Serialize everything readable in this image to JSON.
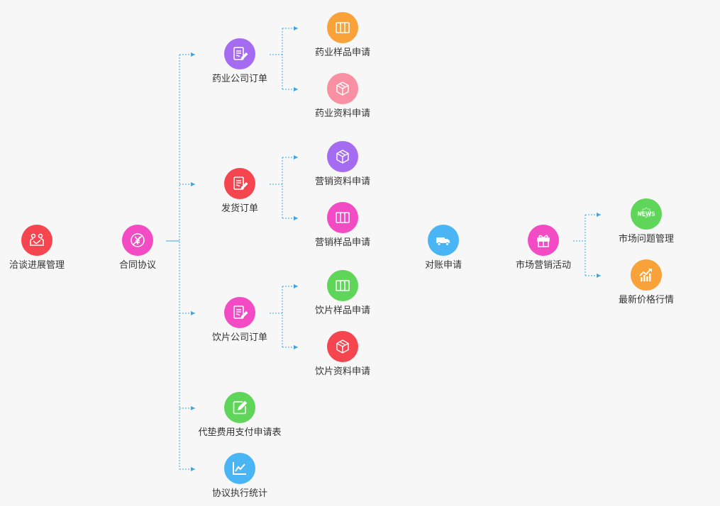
{
  "nodes": {
    "negotiation": {
      "label": "洽谈进展管理",
      "color": "#f5464f",
      "icon": "handshake-icon"
    },
    "contract": {
      "label": "合同协议",
      "color": "#f24bc4",
      "icon": "yen-stamp-icon"
    },
    "pharma_order": {
      "label": "药业公司订单",
      "color": "#a56cf2",
      "icon": "document-edit-icon"
    },
    "ship_order": {
      "label": "发货订单",
      "color": "#f5464f",
      "icon": "document-edit-icon"
    },
    "decoction_order": {
      "label": "饮片公司订单",
      "color": "#f24bc4",
      "icon": "document-edit-icon"
    },
    "advance_payment": {
      "label": "代垫费用支付申请表",
      "color": "#5fd65a",
      "icon": "pencil-edit-icon"
    },
    "agreement_stats": {
      "label": "协议执行统计",
      "color": "#4ab5f5",
      "icon": "line-chart-icon"
    },
    "pharma_sample": {
      "label": "药业样品申请",
      "color": "#f9a23a",
      "icon": "grid-box-icon"
    },
    "pharma_material": {
      "label": "药业资料申请",
      "color": "#f98fa2",
      "icon": "cube-icon"
    },
    "marketing_material": {
      "label": "营销资料申请",
      "color": "#a56cf2",
      "icon": "cube-icon"
    },
    "marketing_sample": {
      "label": "营销样品申请",
      "color": "#f24bc4",
      "icon": "grid-box-icon"
    },
    "decoction_sample": {
      "label": "饮片样品申请",
      "color": "#5fd65a",
      "icon": "grid-box-icon"
    },
    "decoction_material": {
      "label": "饮片资料申请",
      "color": "#f5464f",
      "icon": "cube-icon"
    },
    "reconciliation": {
      "label": "对账申请",
      "color": "#4ab5f5",
      "icon": "truck-icon"
    },
    "market_activity": {
      "label": "市场营销活动",
      "color": "#f24bc4",
      "icon": "gift-icon"
    },
    "market_issue": {
      "label": "市场问题管理",
      "color": "#5fd65a",
      "icon": "news-icon",
      "badge": "NEWS"
    },
    "latest_price": {
      "label": "最新价格行情",
      "color": "#f9a23a",
      "icon": "trend-chart-icon"
    }
  },
  "connector_color": "#3aa5e6"
}
